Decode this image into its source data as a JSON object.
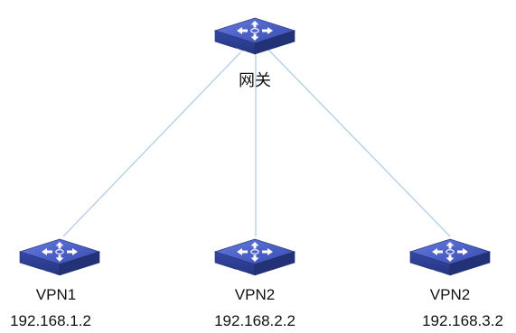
{
  "nodes": {
    "gateway": {
      "device_label": "SWITCH",
      "name": "网关"
    },
    "vpn_left": {
      "device_label": "SWITCH",
      "name": "VPN1",
      "ip": "192.168.1.2"
    },
    "vpn_middle": {
      "device_label": "SWITCH",
      "name": "VPN2",
      "ip": "192.168.2.2"
    },
    "vpn_right": {
      "device_label": "SWITCH",
      "name": "VPN2",
      "ip": "192.168.3.2"
    }
  },
  "links": [
    {
      "from": "gateway",
      "to": "vpn_left"
    },
    {
      "from": "gateway",
      "to": "vpn_middle"
    },
    {
      "from": "gateway",
      "to": "vpn_right"
    }
  ],
  "colors": {
    "link_line": "#b3cde6",
    "switch_top": "#4a5ec4",
    "switch_front": "#2e3f95",
    "switch_side": "#233276",
    "switch_arrows": "#ffffff"
  },
  "icons": {
    "switch": "network-switch-icon"
  }
}
